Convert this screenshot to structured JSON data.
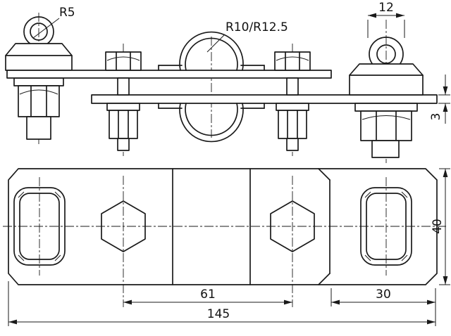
{
  "drawing": {
    "colors": {
      "line": "#1a1a1a",
      "background": "#ffffff"
    },
    "labels": {
      "r5": "R5",
      "radius": "R10/R12.5",
      "dim_12": "12",
      "dim_3": "3",
      "dim_61": "61",
      "dim_30": "30",
      "dim_145": "145",
      "dim_40": "40"
    }
  }
}
